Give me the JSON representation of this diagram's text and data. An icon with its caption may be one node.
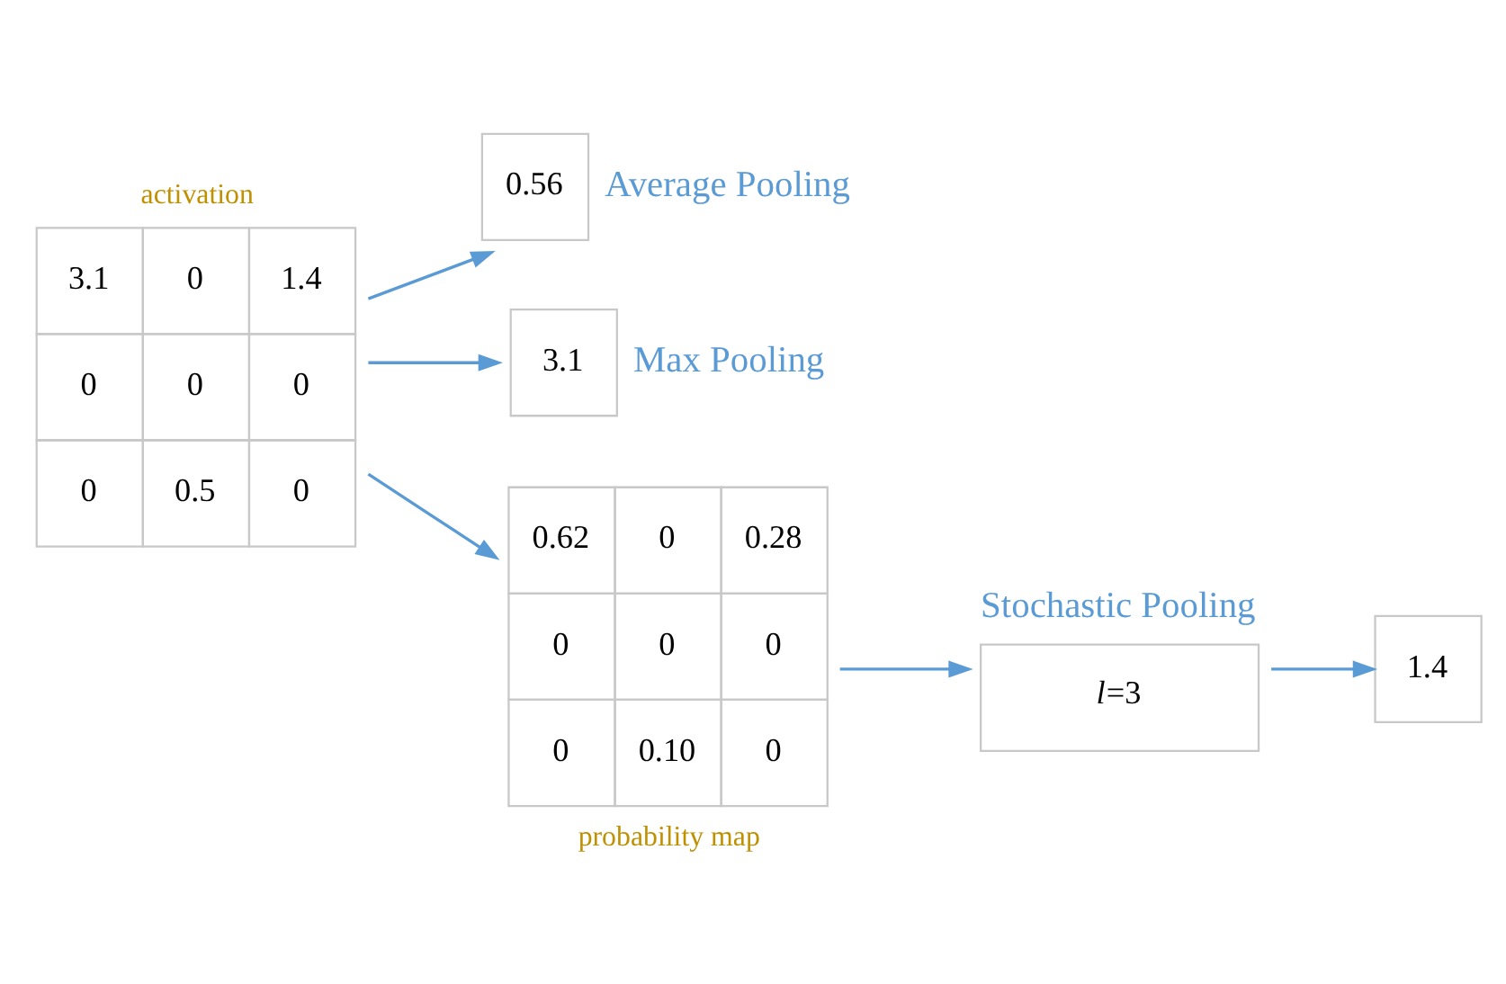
{
  "diagram": {
    "nodes": [
      {
        "text": [
          "3.1",
          "0",
          "1.4",
          "0",
          "0",
          "0",
          "0",
          "0.5",
          "0"
        ],
        "beside": [
          "activation"
        ]
      },
      {
        "text": [
          "0.56"
        ],
        "beside": [
          "Average Pooling"
        ]
      },
      {
        "text": [
          "3.1"
        ],
        "beside": [
          "Max Pooling"
        ]
      },
      {
        "text": [
          "0.62",
          "0",
          "0.28",
          "0",
          "0",
          "0",
          "0",
          "0.10",
          "0"
        ],
        "beside": [
          "probability map"
        ]
      },
      {
        "text": [
          "*l*=3"
        ],
        "beside": [
          "Stochastic Pooling"
        ]
      },
      {
        "text": [
          "1.4"
        ]
      }
    ],
    "edges": [
      {
        "from": 0,
        "to": 1,
        "arrow": "to"
      },
      {
        "from": 0,
        "to": 2,
        "arrow": "to"
      },
      {
        "from": 0,
        "to": 3,
        "arrow": "to"
      },
      {
        "from": 3,
        "to": 4,
        "arrow": "to"
      },
      {
        "from": 4,
        "to": 5,
        "arrow": "to"
      }
    ]
  }
}
